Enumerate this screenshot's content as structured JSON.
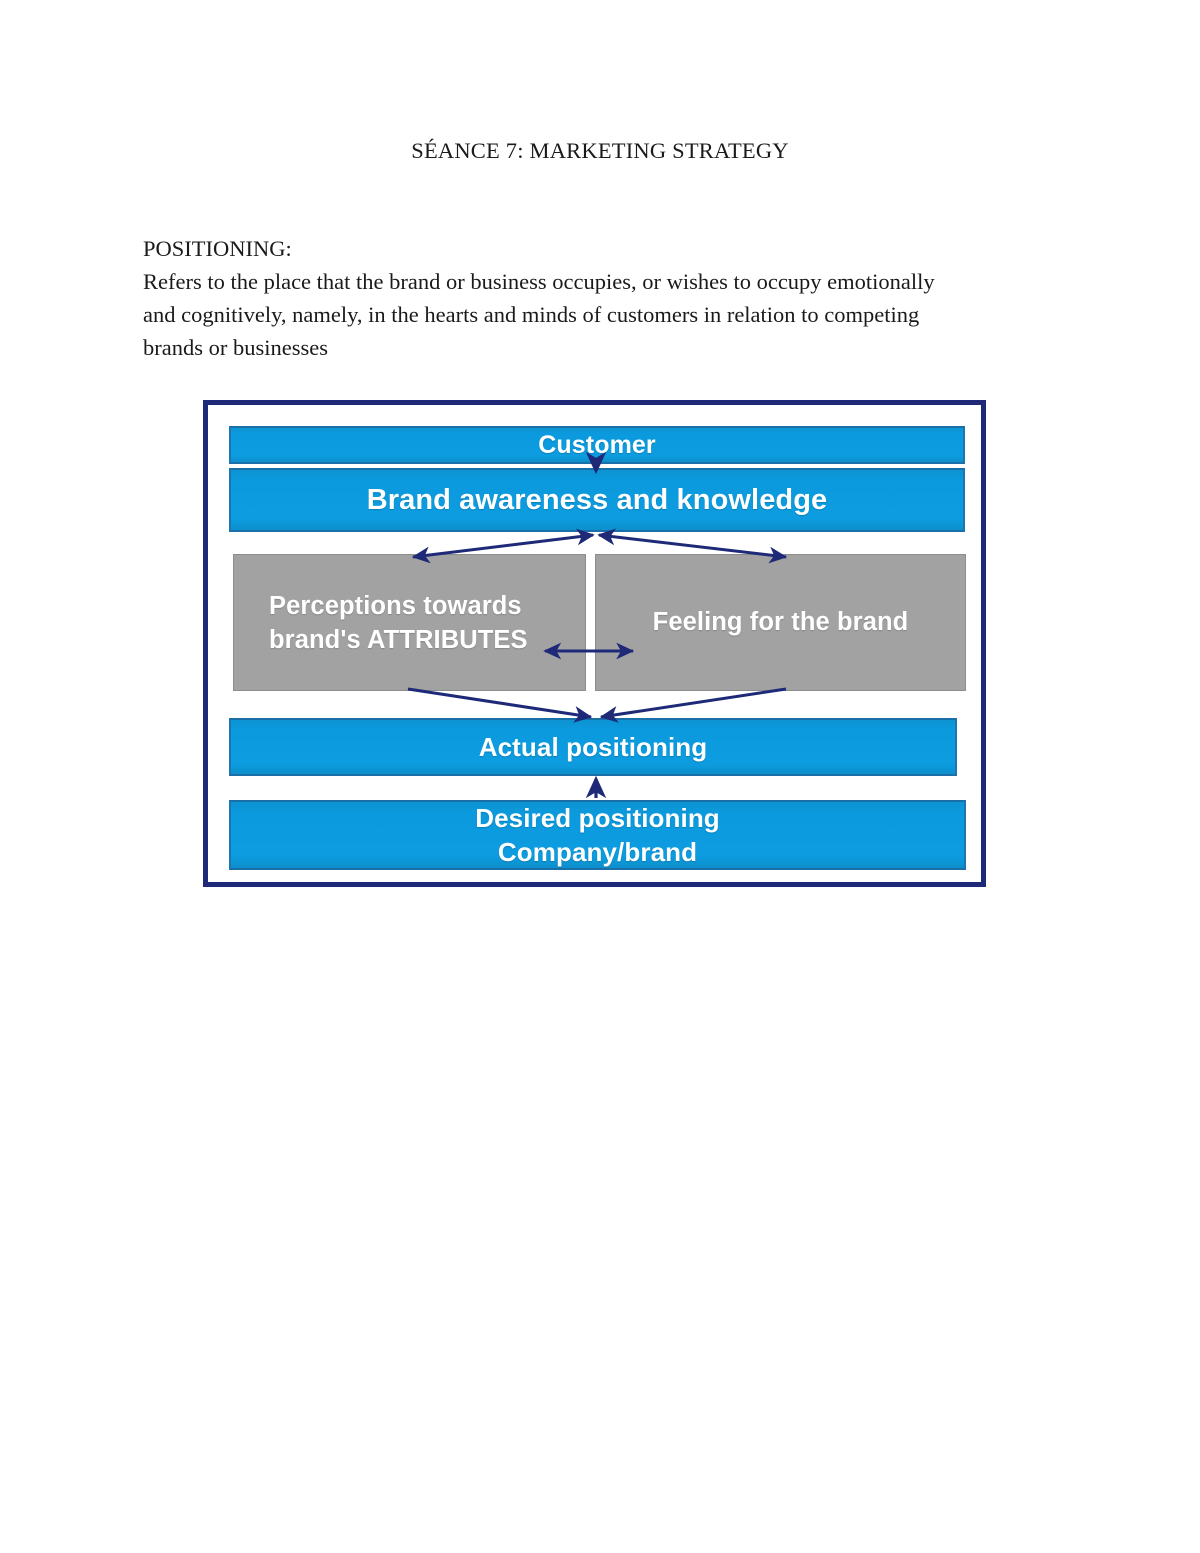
{
  "document": {
    "title": "SÉANCE 7: MARKETING STRATEGY",
    "heading": "POSITIONING:",
    "paragraph_lines": [
      "Refers to the place that the brand or business occupies, or wishes to occupy emotionally",
      "and cognitively, namely, in the hearts and minds of customers in relation to competing",
      "brands or businesses"
    ]
  },
  "diagram": {
    "frame_border_color": "#1e2a78",
    "blue_box_color": "#0b9ade",
    "gray_box_color": "#a2a2a2",
    "arrow_color": "#1e2a78",
    "text_color": "#ffffff",
    "nodes": {
      "customer": "Customer",
      "brand_awareness": "Brand awareness and knowledge",
      "perceptions_line1": "Perceptions towards",
      "perceptions_line2": "brand's ATTRIBUTES",
      "feeling": "Feeling for the brand",
      "actual_positioning": "Actual positioning",
      "desired_positioning_line1": "Desired positioning",
      "desired_positioning_line2": "Company/brand"
    },
    "connectors": [
      {
        "name": "customer-to-awareness",
        "from": "Customer",
        "to": "Brand awareness and knowledge",
        "style": "single-headed-down"
      },
      {
        "name": "awareness-to-perceptions",
        "from": "Brand awareness and knowledge",
        "to": "Perceptions towards brand's ATTRIBUTES",
        "style": "double-headed"
      },
      {
        "name": "awareness-to-feeling",
        "from": "Brand awareness and knowledge",
        "to": "Feeling for the brand",
        "style": "double-headed"
      },
      {
        "name": "perceptions-to-feeling",
        "from": "Perceptions towards brand's ATTRIBUTES",
        "to": "Feeling for the brand",
        "style": "double-headed"
      },
      {
        "name": "perceptions-to-actual",
        "from": "Perceptions towards brand's ATTRIBUTES",
        "to": "Actual positioning",
        "style": "single-headed"
      },
      {
        "name": "feeling-to-actual",
        "from": "Feeling for the brand",
        "to": "Actual positioning",
        "style": "single-headed"
      },
      {
        "name": "desired-to-actual",
        "from": "Desired positioning Company/brand",
        "to": "Actual positioning",
        "style": "single-headed-up"
      }
    ]
  }
}
